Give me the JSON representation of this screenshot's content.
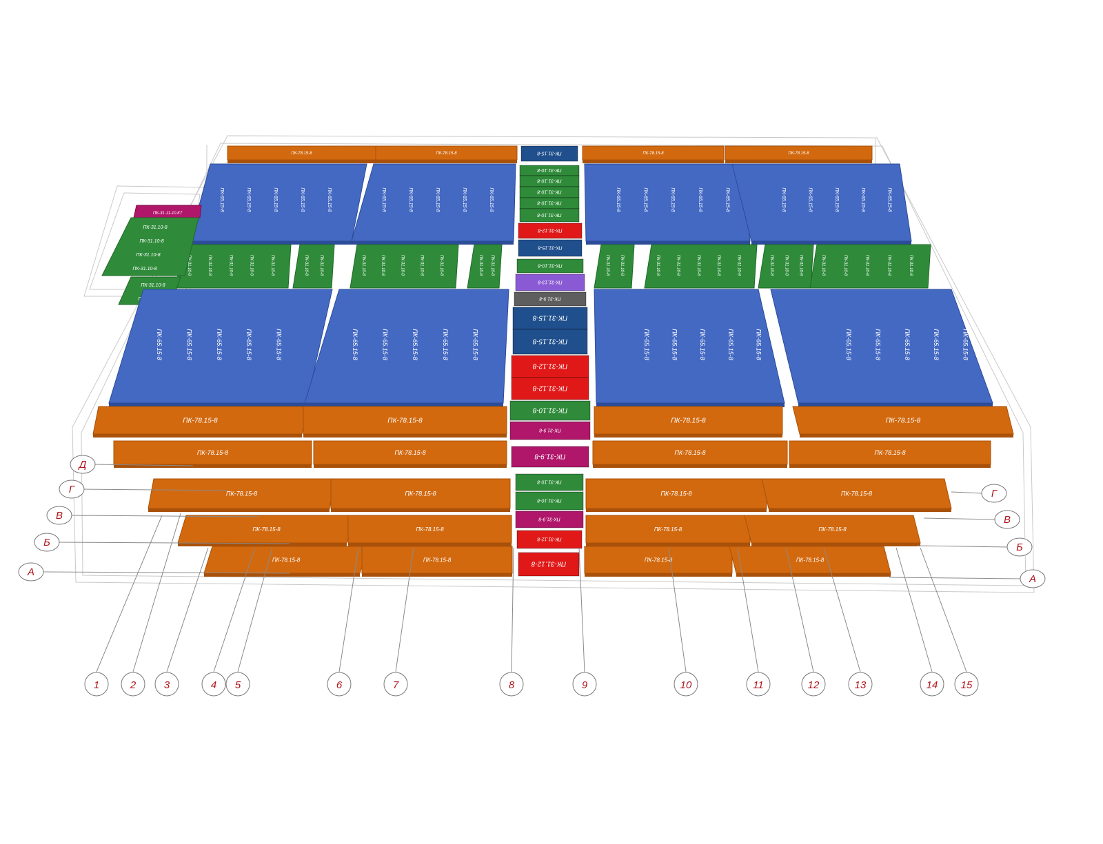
{
  "colors": {
    "orange": "#d2690f",
    "orange_edge": "#a9510a",
    "blue": "#4469c3",
    "blue_edge": "#2c4c9a",
    "green": "#2f8b3a",
    "green_edge": "#1f6a28",
    "red": "#e01818",
    "magenta": "#b0166a",
    "violet": "#8a5ad4",
    "grey": "#5e5e5e",
    "navy": "#1f4f8c",
    "axis_red": "#b0141a"
  },
  "axes": {
    "numbers": [
      "1",
      "2",
      "3",
      "4",
      "5",
      "6",
      "7",
      "8",
      "9",
      "10",
      "11",
      "12",
      "13",
      "14",
      "15"
    ],
    "letters_left": [
      "Д",
      "Г",
      "В",
      "Б",
      "А"
    ],
    "letters_right": [
      "Г",
      "В",
      "Б",
      "А"
    ]
  },
  "labels": {
    "pk_78": "ПК-78.15-8",
    "pk_65": "ПК-65.15-8",
    "pk_31_15": "ПК-31.15-8",
    "pk_31_12": "ПК-31.12-8",
    "pk_31_10": "ПК-31.10-8",
    "pk_31_13": "ПК-31.13-8",
    "pk_31_9": "ПК-31.9-8",
    "pb": "ПБ-31-11-10.К7"
  }
}
